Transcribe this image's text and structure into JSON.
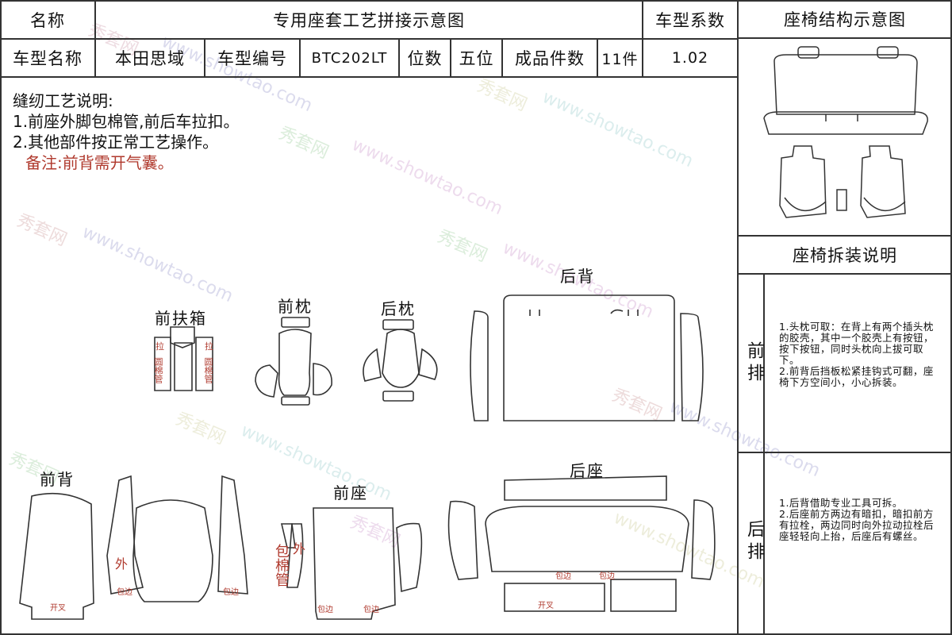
{
  "header": {
    "name_label": "名称",
    "doc_title": "专用座套工艺拼接示意图",
    "coef_label": "车型系数",
    "structure_title": "座椅结构示意图",
    "model_name_label": "车型名称",
    "model_name": "本田思域",
    "model_no_label": "车型编号",
    "model_no": "BTC202LT",
    "seats_label": "位数",
    "seats": "五位",
    "pieces_label": "成品件数",
    "pieces": "11件",
    "coef": "1.02"
  },
  "notes": {
    "title": "缝纫工艺说明:",
    "line1": "1.前座外脚包棉管,前后车拉扣。",
    "line2": "2.其他部件按正常工艺操作。",
    "remark": "备注:前背需开气囊。"
  },
  "disassembly": {
    "title": "座椅拆装说明",
    "front_label": "前排",
    "front_line1": "1.头枕可取：在背上有两个插头枕的胶壳，其中一个胶壳上有按钮，按下按钮，同时头枕向上拔可取下。",
    "front_line2": "2.前背后挡板松紧挂钩式可翻，座椅下方空间小，小心拆装。",
    "rear_label": "后排",
    "rear_line1": "1.后背借助专业工具可拆。",
    "rear_line2": "2.后座前方两边有暗扣，暗扣前方有拉栓，两边同时向外拉动拉栓后座轻轻向上抬，后座后有螺丝。"
  },
  "parts": {
    "front_armrest": "前扶箱",
    "front_headrest": "前枕",
    "rear_headrest": "后枕",
    "rear_back": "后背",
    "front_back": "前背",
    "front_seat": "前座",
    "rear_seat": "后座"
  },
  "annotations": {
    "pull_left": "拉",
    "pull_right": "拉",
    "round_tube_left": "圆棉管",
    "round_tube_right": "圆棉管",
    "outer_fb": "外",
    "outer_fs": "外",
    "wrap_tube": "包棉管",
    "edge_fb1": "包边",
    "edge_fb2": "包边",
    "split_fb": "开叉",
    "edge_fs1": "包边",
    "edge_fs2": "包边",
    "edge_rs1": "包边",
    "edge_rs2": "包边",
    "split_rs": "开叉"
  },
  "watermark": {
    "cn": "秀套网",
    "url": "www.showtao.com"
  },
  "colors": {
    "line": "#333333",
    "annotation_red": "#b03a2e"
  }
}
